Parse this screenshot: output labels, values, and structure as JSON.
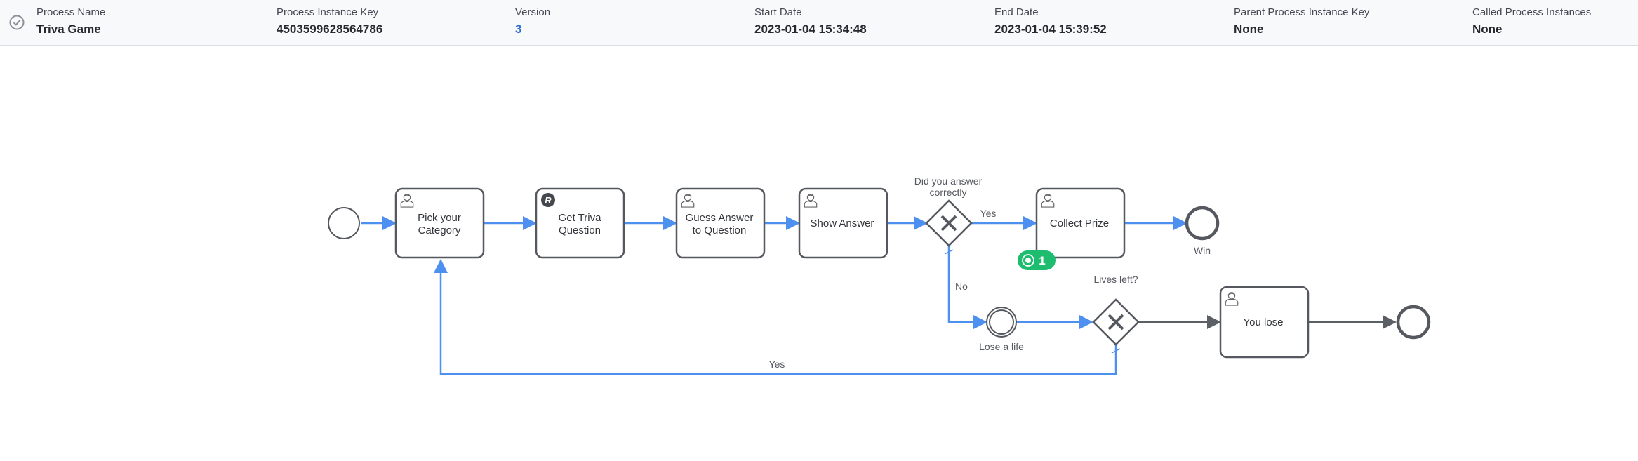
{
  "header": {
    "status_icon": "check-circle-icon",
    "columns": [
      {
        "label": "Process Name",
        "value": "Triva Game"
      },
      {
        "label": "Process Instance Key",
        "value": "4503599628564786"
      },
      {
        "label": "Version",
        "value": "3"
      },
      {
        "label": "Start Date",
        "value": "2023-01-04 15:34:48"
      },
      {
        "label": "End Date",
        "value": "2023-01-04 15:39:52"
      },
      {
        "label": "Parent Process Instance Key",
        "value": "None"
      },
      {
        "label": "Called Process Instances",
        "value": "None"
      }
    ]
  },
  "diagram": {
    "tasks": {
      "pick_category": {
        "line1": "Pick your",
        "line2": "Category",
        "icon": "user-task-icon"
      },
      "get_question": {
        "line1": "Get Triva",
        "line2": "Question",
        "icon": "rule-task-icon",
        "icon_letter": "R"
      },
      "guess_answer": {
        "line1": "Guess Answer",
        "line2": "to Question",
        "icon": "user-task-icon"
      },
      "show_answer": {
        "label": "Show Answer",
        "icon": "user-task-icon"
      },
      "collect_prize": {
        "label": "Collect Prize",
        "icon": "user-task-icon"
      },
      "you_lose": {
        "label": "You lose",
        "icon": "user-task-icon"
      }
    },
    "gateways": {
      "answered": {
        "line1": "Did you answer",
        "line2": "correctly"
      },
      "lives_left": {
        "label": "Lives left?"
      }
    },
    "events": {
      "win": {
        "label": "Win"
      },
      "lose_life": {
        "label": "Lose a life"
      }
    },
    "flows": {
      "yes_correct": "Yes",
      "no_incorrect": "No",
      "yes_lives": "Yes"
    },
    "token_badge": {
      "count": "1",
      "color": "#1dbc6e"
    },
    "colors": {
      "flow_active": "#4d90f0",
      "flow_inactive": "#5c5f66",
      "shape_stroke": "#55585f"
    }
  }
}
